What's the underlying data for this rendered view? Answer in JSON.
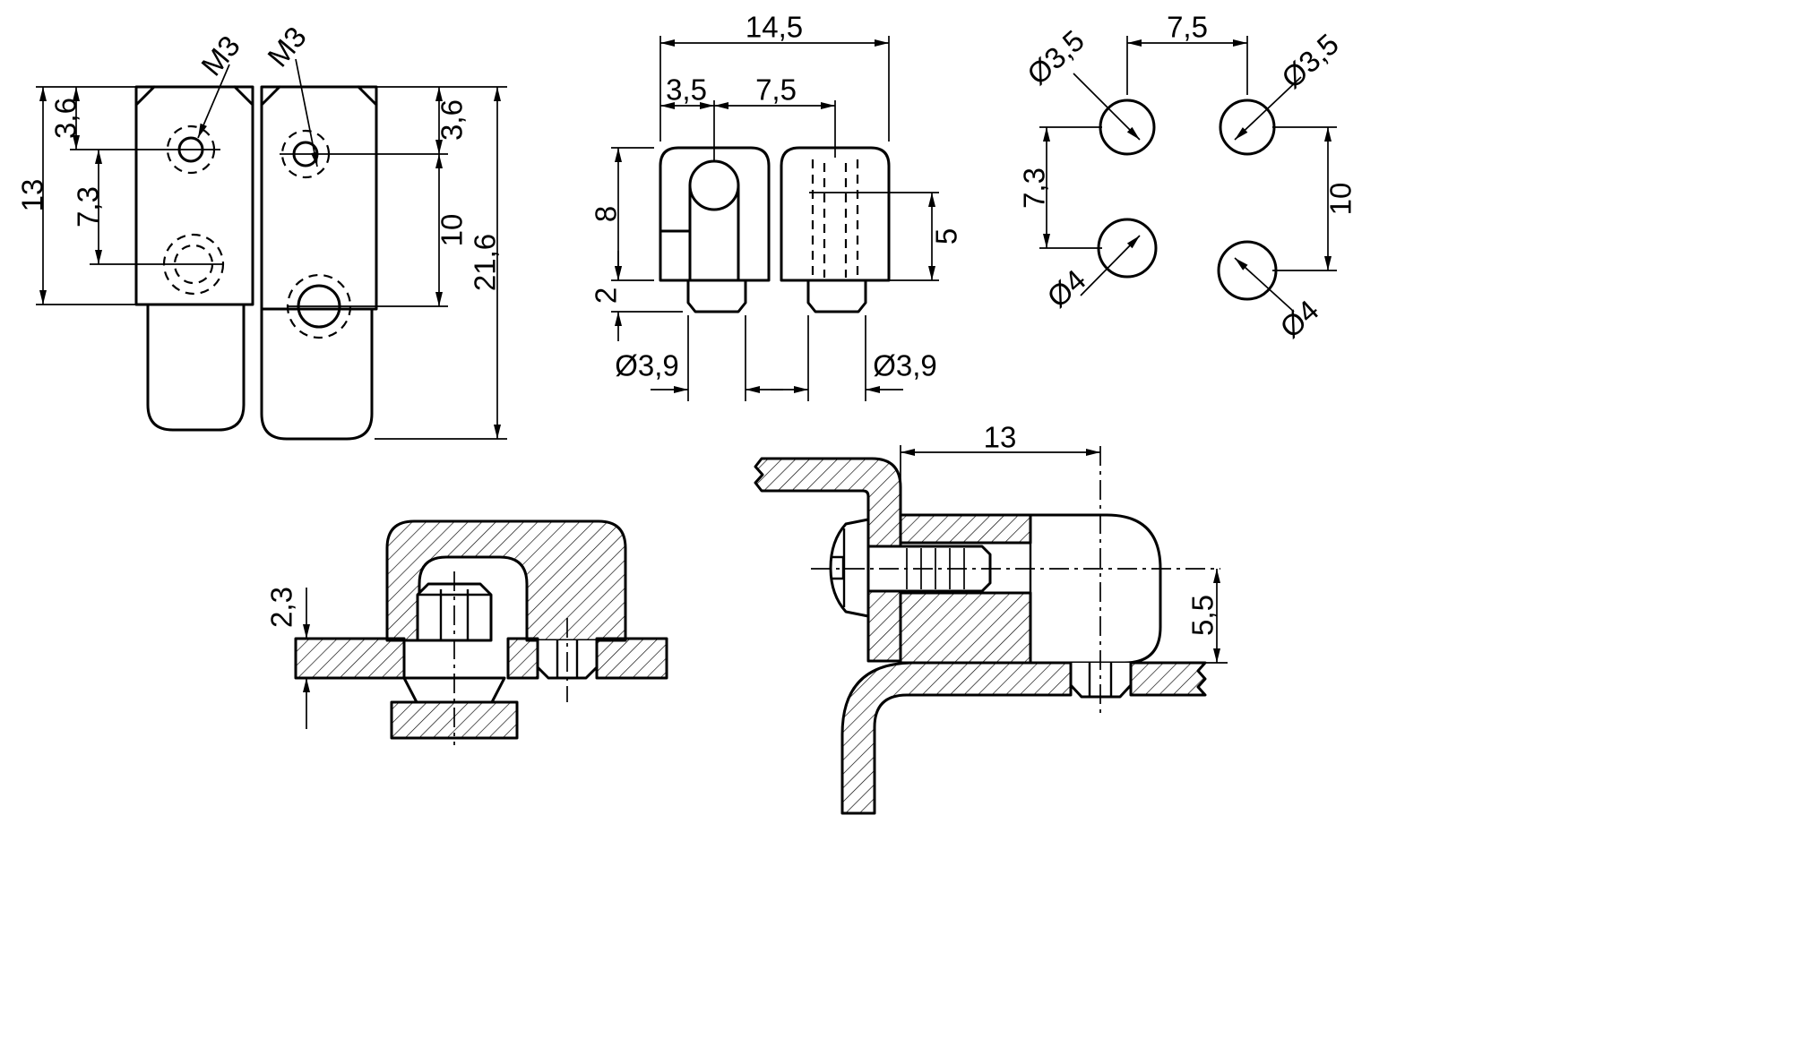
{
  "colors": {
    "background": "#ffffff",
    "line": "#000000"
  },
  "views": {
    "front": {
      "m3_left": "M3",
      "m3_right": "M3",
      "offset_top_left": "3,6",
      "pitch_left": "7,3",
      "height_to_second_hole": "13",
      "offset_top_right": "3,6",
      "pitch_right": "10",
      "total_height": "21,6"
    },
    "side": {
      "total_width": "14,5",
      "hole_offset": "3,5",
      "hole_pitch": "7,5",
      "body_height": "8",
      "pin_protrusion": "2",
      "slot_depth": "5",
      "pin_dia_left": "Ø3,9",
      "pin_dia_right": "Ø3,9"
    },
    "hole_pattern": {
      "pitch_horizontal": "7,5",
      "dia_top_left": "Ø3,5",
      "dia_top_right": "Ø3,5",
      "pitch_vertical_left": "7,3",
      "pitch_vertical_right": "10",
      "dia_bottom_left": "Ø4",
      "dia_bottom_right": "Ø4"
    },
    "section_front": {
      "panel_thickness": "2,3"
    },
    "section_side": {
      "mounting_depth": "13",
      "axis_height": "5,5"
    }
  }
}
